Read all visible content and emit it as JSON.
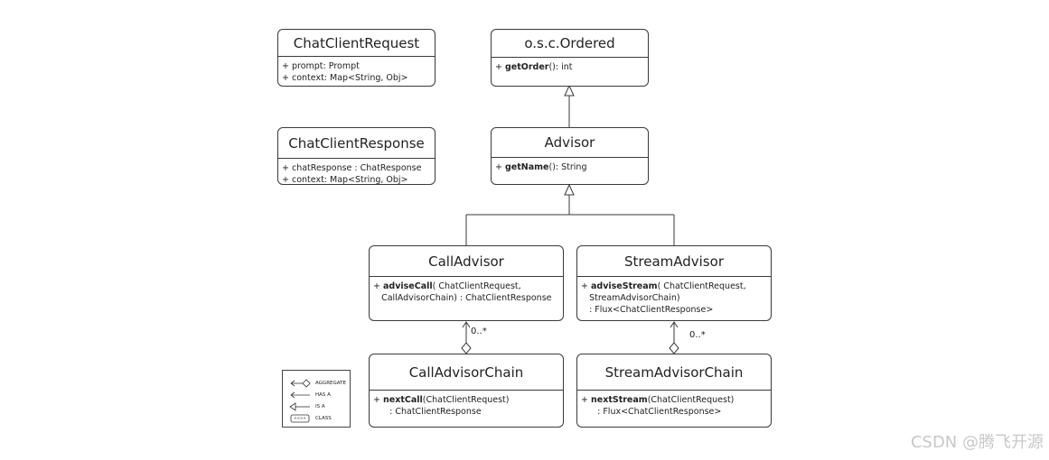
{
  "classes": {
    "chat_client_request": {
      "name": "ChatClientRequest",
      "lines": [
        {
          "prefix": "+ ",
          "bold": "",
          "rest": "prompt: Prompt"
        },
        {
          "prefix": "+ ",
          "bold": "",
          "rest": "context: Map<String, Obj>"
        }
      ]
    },
    "chat_client_response": {
      "name": "ChatClientResponse",
      "lines": [
        {
          "prefix": "+ ",
          "bold": "",
          "rest": "chatResponse : ChatResponse"
        },
        {
          "prefix": "+ ",
          "bold": "",
          "rest": "context: Map<String, Obj>"
        }
      ]
    },
    "ordered": {
      "name": "o.s.c.Ordered",
      "lines": [
        {
          "prefix": "+ ",
          "bold": "getOrder",
          "rest": "(): int"
        }
      ]
    },
    "advisor": {
      "name": "Advisor",
      "lines": [
        {
          "prefix": "+ ",
          "bold": "getName",
          "rest": "(): String"
        }
      ]
    },
    "call_advisor": {
      "name": "CallAdvisor",
      "lines": [
        {
          "prefix": "+ ",
          "bold": "adviseCall",
          "rest": "( ChatClientRequest,"
        },
        {
          "prefix": "   ",
          "bold": "",
          "rest": "CallAdvisorChain) : ChatClientResponse"
        }
      ]
    },
    "stream_advisor": {
      "name": "StreamAdvisor",
      "lines": [
        {
          "prefix": "+ ",
          "bold": "adviseStream",
          "rest": "( ChatClientRequest,"
        },
        {
          "prefix": "   ",
          "bold": "",
          "rest": "StreamAdvisorChain)"
        },
        {
          "prefix": "   ",
          "bold": "",
          "rest": ": Flux<ChatClientResponse>"
        }
      ]
    },
    "call_advisor_chain": {
      "name": "CallAdvisorChain",
      "lines": [
        {
          "prefix": "+ ",
          "bold": "nextCall",
          "rest": "(ChatClientRequest)"
        },
        {
          "prefix": "      ",
          "bold": "",
          "rest": ": ChatClientResponse"
        }
      ]
    },
    "stream_advisor_chain": {
      "name": "StreamAdvisorChain",
      "lines": [
        {
          "prefix": "+ ",
          "bold": "nextStream",
          "rest": "(ChatClientRequest)"
        },
        {
          "prefix": "      ",
          "bold": "",
          "rest": ": Flux<ChatClientResponse>"
        }
      ]
    }
  },
  "multiplicities": {
    "call": "0..*",
    "stream": "0..*"
  },
  "legend": {
    "aggregate": "AGGREGATE",
    "has_a": "HAS A",
    "is_a": "IS A",
    "class": "CLASS",
    "class_symbol": "<<>>"
  },
  "watermark": "CSDN @腾飞开源",
  "colors": {
    "line": "#3a3a3a",
    "watermark": "#c8c8c8"
  }
}
